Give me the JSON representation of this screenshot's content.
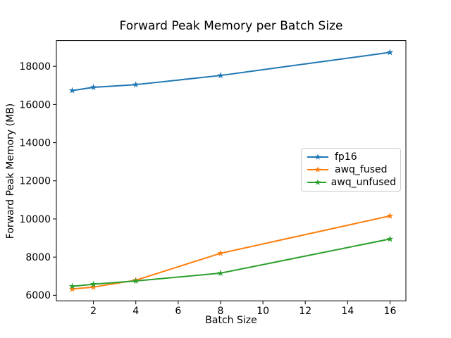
{
  "chart_data": {
    "type": "line",
    "title": "Forward Peak Memory per Batch Size",
    "xlabel": "Batch Size",
    "ylabel": "Forward Peak Memory (MB)",
    "x": [
      1,
      2,
      4,
      8,
      16
    ],
    "series": [
      {
        "name": "fp16",
        "color": "#1f77b4",
        "values": [
          16730,
          16900,
          17040,
          17520,
          18730
        ]
      },
      {
        "name": "awq_fused",
        "color": "#ff7f0e",
        "values": [
          6330,
          6430,
          6790,
          8200,
          10160
        ]
      },
      {
        "name": "awq_unfused",
        "color": "#2ca02c",
        "values": [
          6470,
          6580,
          6750,
          7160,
          8950
        ]
      }
    ],
    "marker": "star",
    "line_width": 2,
    "xticks": [
      2,
      4,
      6,
      8,
      10,
      12,
      14,
      16
    ],
    "yticks": [
      6000,
      8000,
      10000,
      12000,
      14000,
      16000,
      18000
    ],
    "xlim": [
      0.25,
      16.75
    ],
    "ylim": [
      5710,
      19350
    ],
    "grid": false,
    "legend_position": "center right",
    "background_color": "#ffffff",
    "spine_color": "#000000"
  }
}
